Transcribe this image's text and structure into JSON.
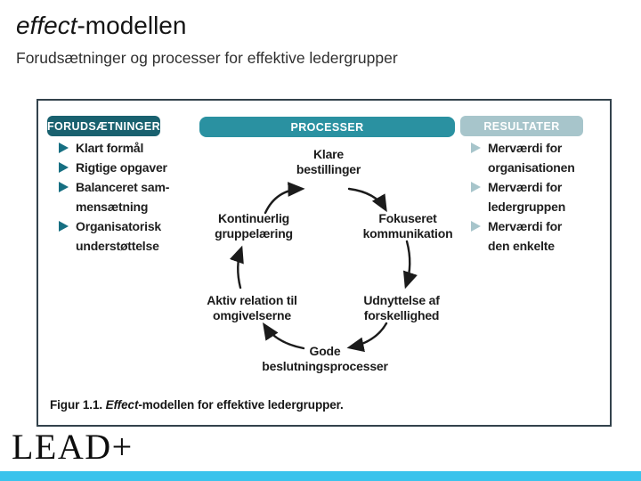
{
  "slide": {
    "title": {
      "italic": "effect",
      "rest": "-modellen"
    },
    "subtitle": "Forudsætninger og processer for effektive ledergrupper",
    "logo": "LEAD+"
  },
  "colors": {
    "premises_header_bg": "#19616f",
    "processes_header_bg": "#2a91a1",
    "results_header_bg": "#a7c5cb",
    "premises_bullet": "#166f82",
    "results_bullet": "#a7c5cb",
    "box_border": "#33424c",
    "arrow": "#1b1b1b",
    "bottom_bar": "#3ac3ec"
  },
  "diagram": {
    "premises": {
      "header": "FORUDSÆTNINGER",
      "items": [
        "Klart formål",
        "Rigtige opgaver",
        "Balanceret sam-\nmensætning",
        "Organisatorisk\nunderstøttelse"
      ]
    },
    "processes": {
      "header": "PROCESSER",
      "cycle": [
        "Klare\nbestillinger",
        "Fokuseret\nkommunikation",
        "Udnyttelse af\nforskellighed",
        "Gode\nbeslutningsprocesser",
        "Aktiv relation til\nomgivelserne",
        "Kontinuerlig\ngruppelæring"
      ]
    },
    "results": {
      "header": "RESULTATER",
      "items": [
        "Merværdi for\norganisationen",
        "Merværdi for\nledergruppen",
        "Merværdi for\nden enkelte"
      ]
    },
    "caption": {
      "prefix": "Figur 1.1. ",
      "italic": "Effect",
      "rest": "-modellen for effektive ledergrupper."
    }
  }
}
